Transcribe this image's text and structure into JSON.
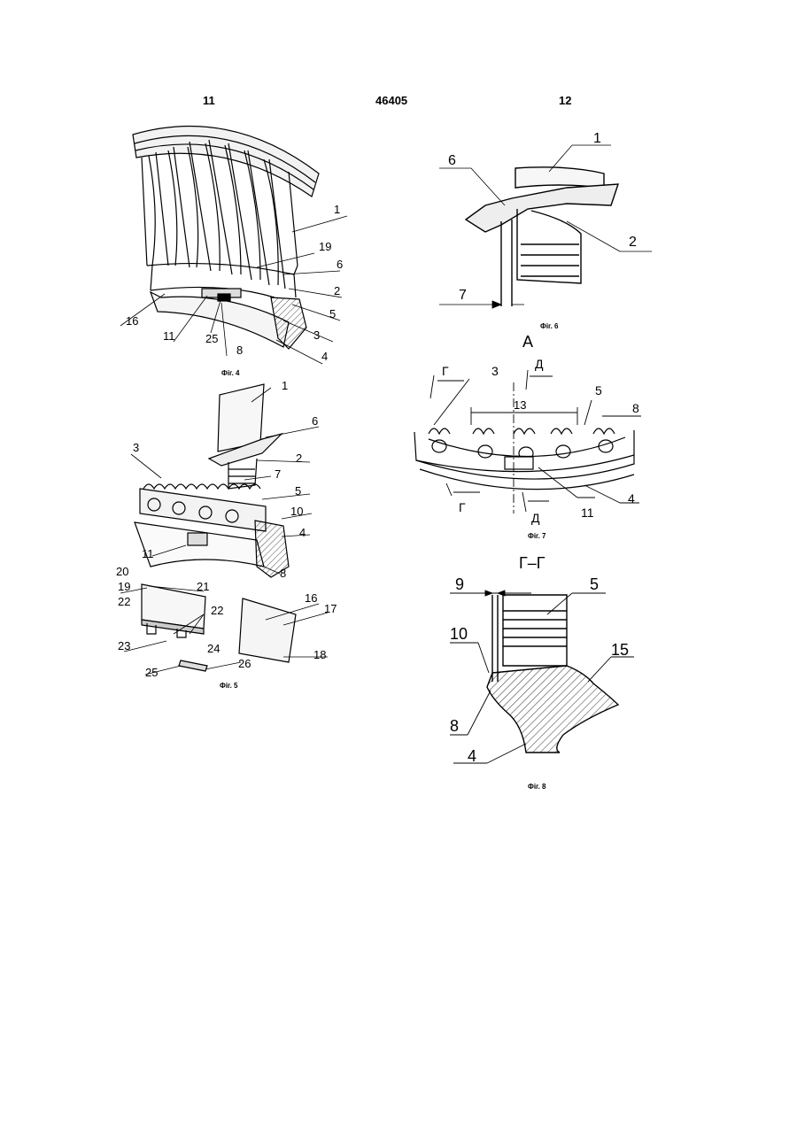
{
  "header": {
    "left_page": "11",
    "patent_number": "46405",
    "right_page": "12"
  },
  "fig4": {
    "caption": "Фіг. 4",
    "labels": {
      "l1": "1",
      "l19": "19",
      "l6": "6",
      "l2": "2",
      "l5": "5",
      "l3": "3",
      "l4": "4",
      "l8": "8",
      "l16": "16",
      "l11": "11",
      "l25": "25"
    }
  },
  "fig5": {
    "caption": "Фіг. 5",
    "labels": {
      "l1": "1",
      "l6": "6",
      "l2": "2",
      "l7": "7",
      "l3": "3",
      "l5": "5",
      "l10": "10",
      "l4": "4",
      "l11": "11",
      "l8": "8",
      "l20": "20",
      "l19": "19",
      "l22a": "22",
      "l21": "21",
      "l22b": "22",
      "l23": "23",
      "l24": "24",
      "l16": "16",
      "l17": "17",
      "l18": "18",
      "l25": "25",
      "l26": "26"
    }
  },
  "fig6": {
    "caption": "Фіг. 6",
    "labels": {
      "l1": "1",
      "l6": "6",
      "l2": "2",
      "l7": "7"
    }
  },
  "fig7": {
    "caption": "Фіг. 7",
    "view": "A",
    "labels": {
      "l3": "3",
      "l13": "13",
      "l5": "5",
      "l8": "8",
      "l4": "4",
      "l11": "11",
      "secG1": "Г",
      "secD1": "Д",
      "secG2": "Г",
      "secD2": "Д"
    }
  },
  "fig8": {
    "caption": "Фіг. 8",
    "section": "Г–Г",
    "labels": {
      "l9": "9",
      "l5": "5",
      "l10": "10",
      "l15": "15",
      "l8": "8",
      "l4": "4"
    }
  }
}
